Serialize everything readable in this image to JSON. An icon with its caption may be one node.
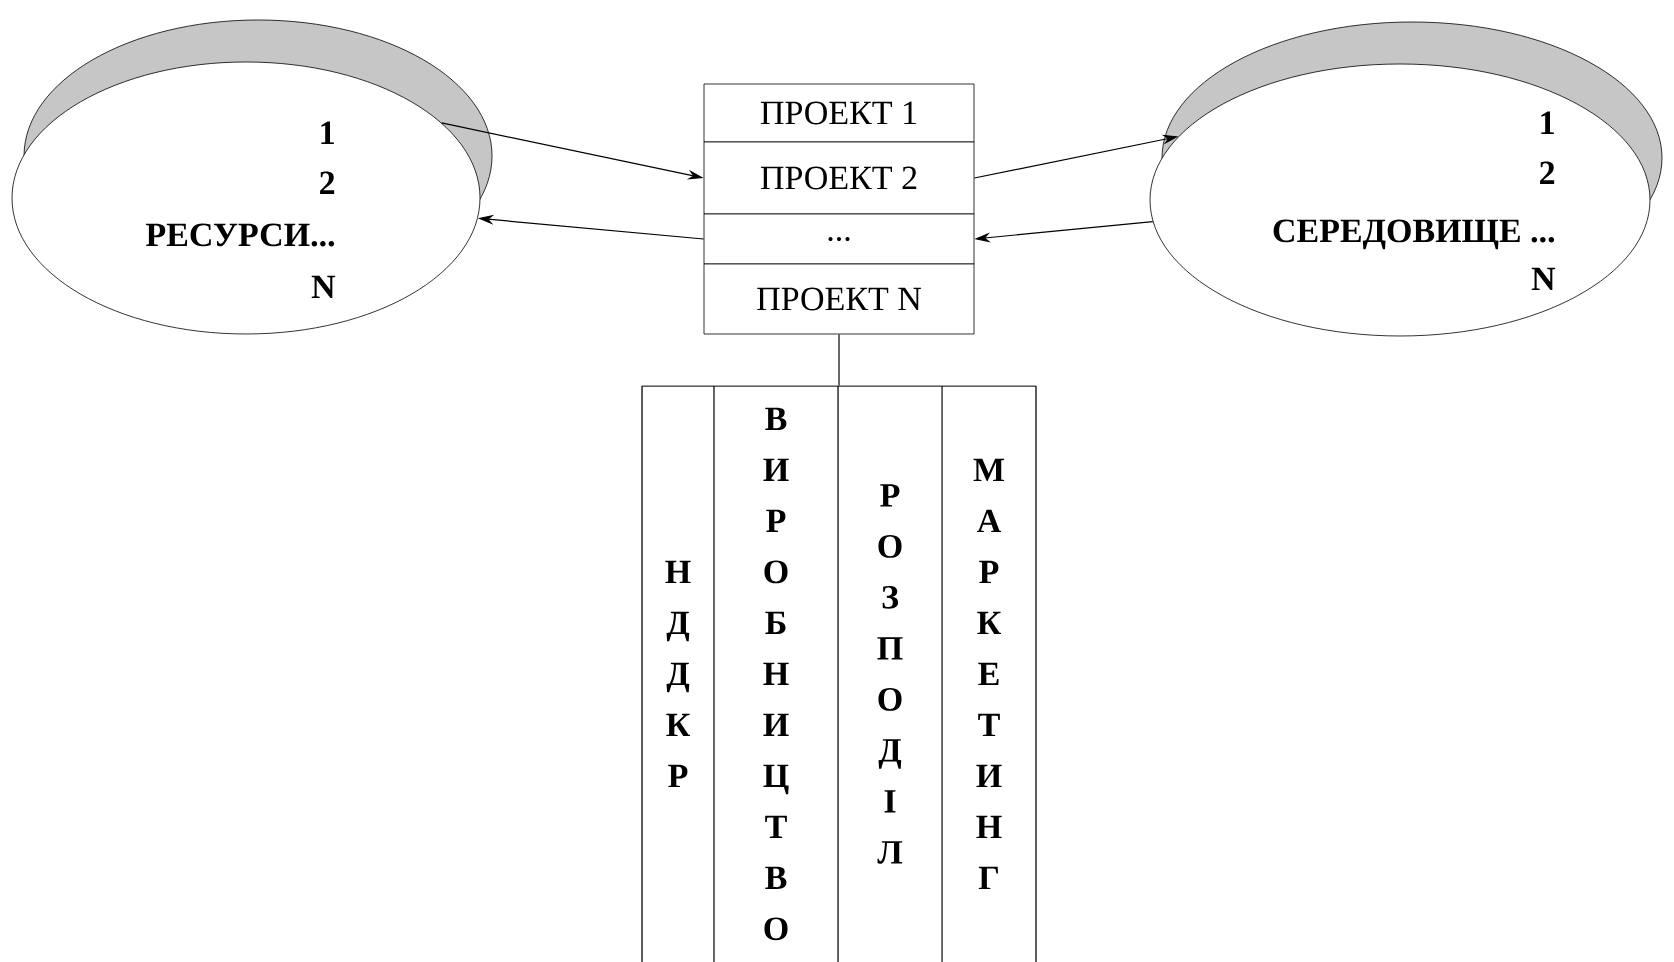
{
  "diagram": {
    "nodes": [
      {
        "text": [
          "1",
          "2",
          "РЕСУРСИ...",
          "N"
        ]
      },
      {
        "text": [
          "ПРОЕКТ 1"
        ]
      },
      {
        "text": [
          "ПРОЕКТ 2"
        ]
      },
      {
        "text": [
          "..."
        ]
      },
      {
        "text": [
          "ПРОЕКТ N"
        ]
      },
      {
        "text": [
          "1",
          "2",
          "СЕРЕДОВИЩЕ ...",
          "N"
        ]
      },
      {
        "text": [],
        "shape": "box"
      },
      {
        "text": [
          "Н Д Д К Р"
        ],
        "in": 6
      },
      {
        "text": [
          "В И Р О Б Н И Ц Т В О"
        ],
        "in": 6
      },
      {
        "text": [
          "Р О З П О Д І Л"
        ],
        "in": 6
      },
      {
        "text": [
          "М А Р К Е Т И Н Г"
        ],
        "in": 6
      }
    ],
    "edges": [
      {
        "from": 0,
        "to": 2,
        "arrow": "to"
      },
      {
        "from": 3,
        "to": 0,
        "arrow": "to"
      },
      {
        "from": 2,
        "to": 5,
        "arrow": "to"
      },
      {
        "from": 5,
        "to": 3,
        "arrow": "to"
      },
      {
        "from": 4,
        "to": 6,
        "arrow": "none"
      }
    ]
  }
}
